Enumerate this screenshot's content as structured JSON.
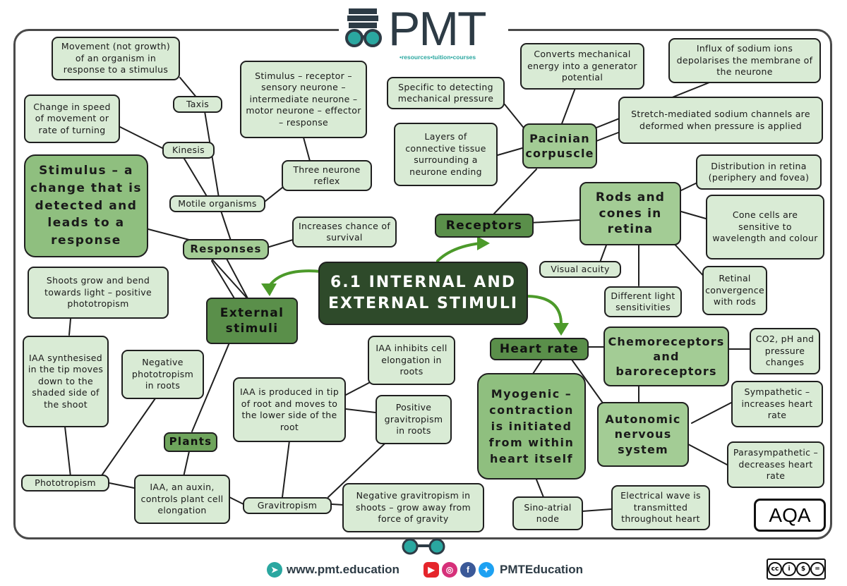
{
  "logo": {
    "text": "PMT",
    "tagline": "•resources•tuition•courses",
    "icon": "glasses-books-icon"
  },
  "title": "6.1 INTERNAL AND EXTERNAL STIMULI",
  "nodes": {
    "external_stimuli": "External stimuli",
    "stimulus_def": "Stimulus – a change that is detected and leads to a response",
    "responses": "Responses",
    "mobile_organisms": "Motile organisms",
    "kinesis": "Kinesis",
    "kinesis_def": "Change in speed of movement or rate of turning",
    "taxis": "Taxis",
    "taxis_def": "Movement (not growth) of an organism in response to a stimulus",
    "reflex_path": "Stimulus – receptor – sensory neurone – intermediate neurone – motor neurone – effector – response",
    "three_neurone": "Three neurone reflex",
    "survival": "Increases chance of survival",
    "shoots": "Shoots grow and bend towards light – positive phototropism",
    "iaa_tip": "IAA synthesised in the tip moves down to the shaded side of the shoot",
    "neg_photo": "Negative phototropism in roots",
    "phototropism": "Phototropism",
    "plants": "Plants",
    "iaa_auxin": "IAA, an auxin, controls plant cell elongation",
    "gravitropism": "Gravitropism",
    "iaa_root": "IAA is produced in tip of root and moves to the lower side of the root",
    "iaa_inhibits": "IAA inhibits cell elongation in roots",
    "pos_gravi": "Positive gravitropism in roots",
    "neg_gravi": "Negative gravitropism in shoots – grow away from force of gravity",
    "receptors": "Receptors",
    "pacinian": "Pacinian corpuscle",
    "specific": "Specific to detecting mechanical pressure",
    "converts": "Converts mechanical energy into a generator potential",
    "influx": "Influx of sodium ions depolarises the membrane of the neurone",
    "stretch": "Stretch-mediated sodium channels are deformed when pressure is applied",
    "layers": "Layers of connective tissue surrounding a neurone ending",
    "rods": "Rods and cones in retina",
    "distribution": "Distribution in retina (periphery and fovea)",
    "cone_cells": "Cone cells are sensitive to wavelength and colour",
    "retinal": "Retinal convergence with rods",
    "visual": "Visual acuity",
    "light": "Different light sensitivities",
    "heart_rate": "Heart rate",
    "myogenic": "Myogenic – contraction is initiated from within heart itself",
    "sa_node": "Sino-atrial node",
    "electrical": "Electrical wave is transmitted throughout heart",
    "chemo": "Chemoreceptors and baroreceptors",
    "co2": "CO2, pH and pressure changes",
    "autonomic": "Autonomic nervous system",
    "sympathetic": "Sympathetic – increases heart rate",
    "parasympathetic": "Parasympathetic – decreases heart rate"
  },
  "aqa": "AQA",
  "footer": {
    "website": "www.pmt.education",
    "social": "PMTEducation",
    "license": "BY NC ND"
  },
  "colors": {
    "light": "#d9ebd5",
    "mid": "#a3cc95",
    "big": "#8fbf7f",
    "dark": "#5a8f4a",
    "center": "#2e4a2a",
    "arrow": "#4c9a2a"
  }
}
